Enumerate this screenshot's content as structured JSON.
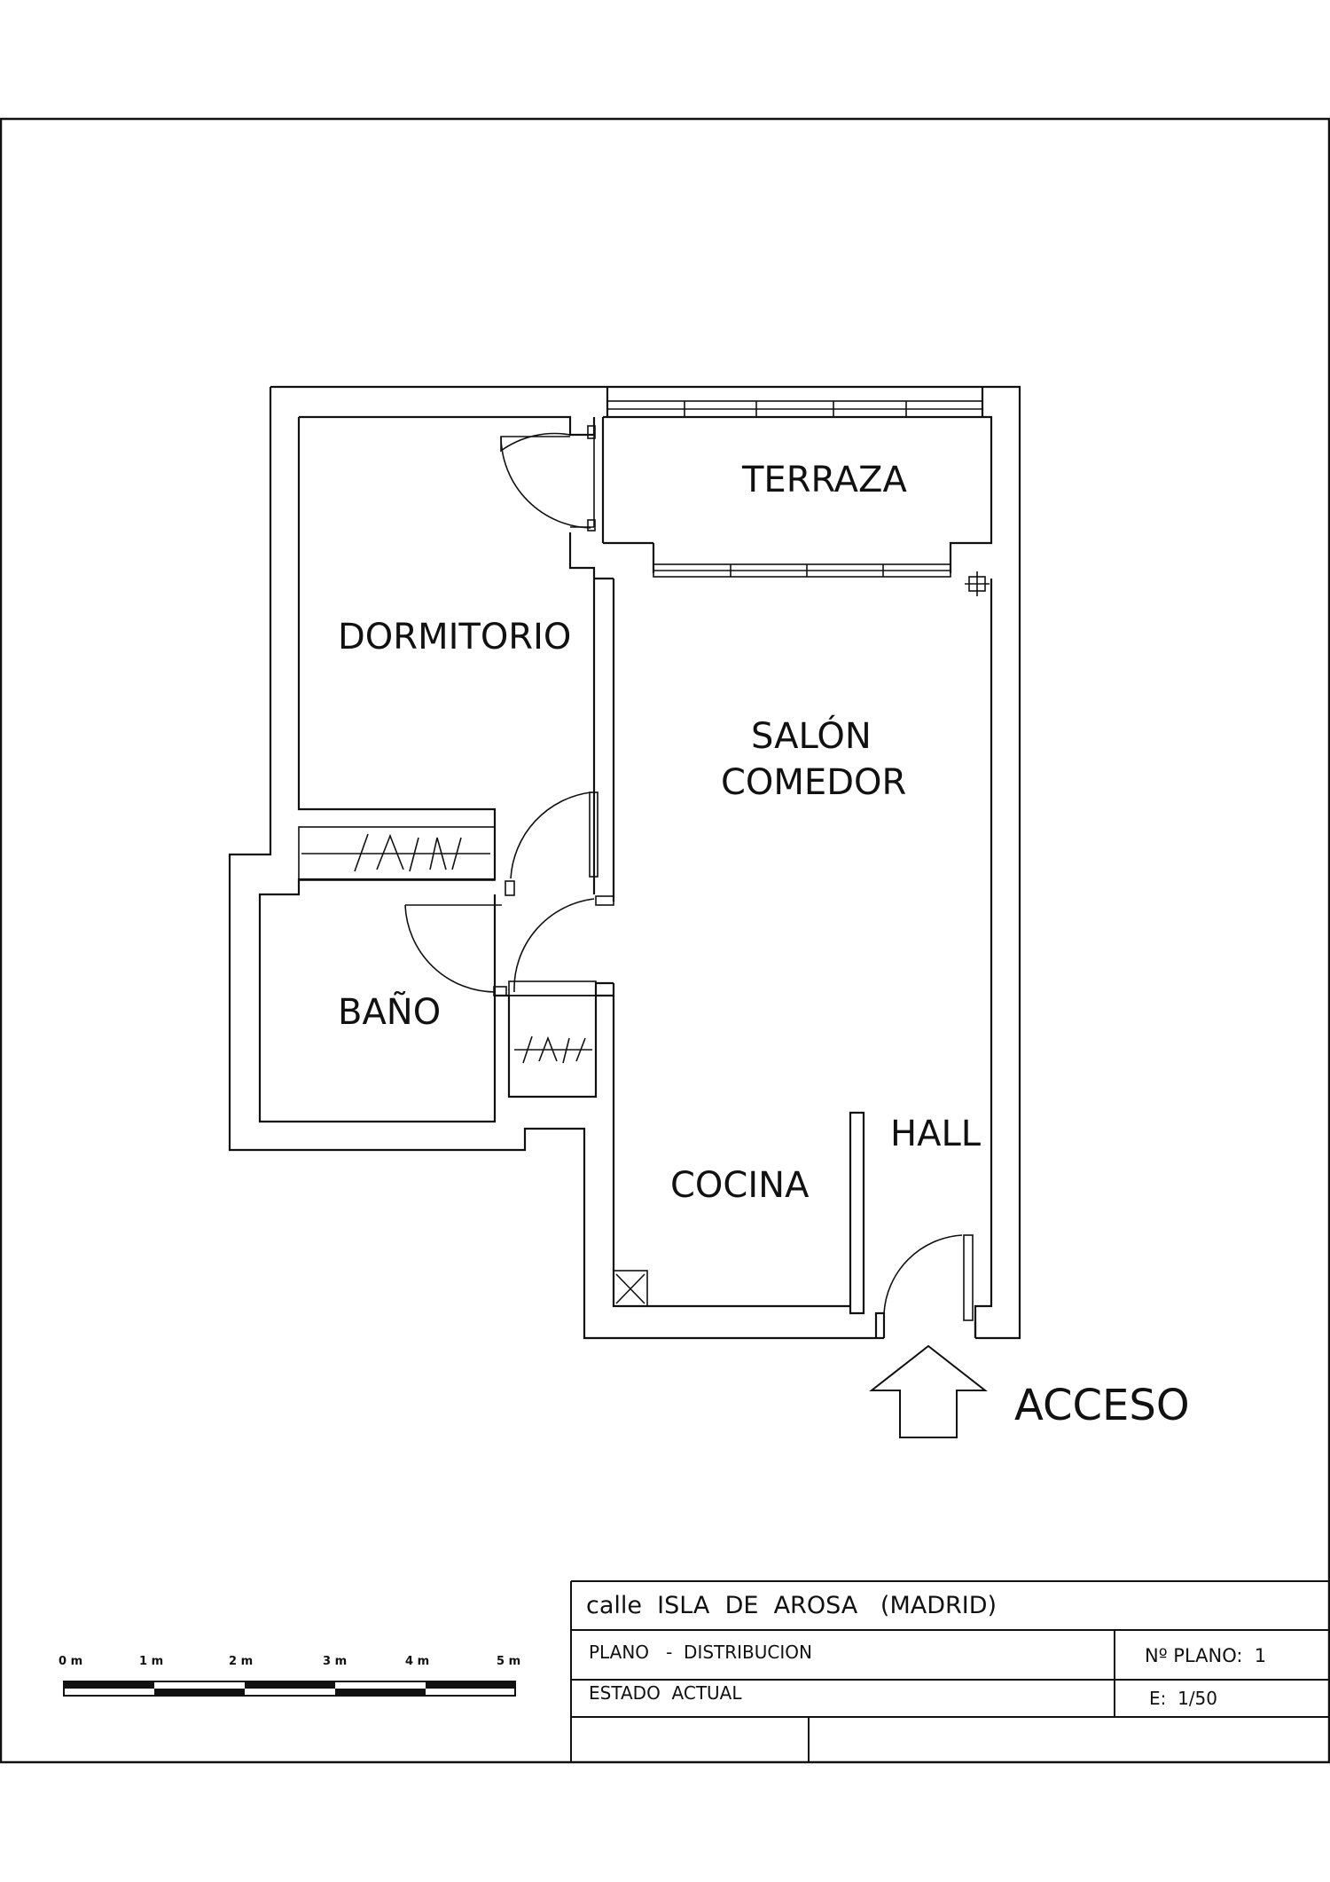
{
  "rooms": {
    "terraza": "TERRAZA",
    "dormitorio": "DORMITORIO",
    "salon_line1": "SALÓN",
    "salon_line2": "COMEDOR",
    "bano": "BAÑO",
    "hall": "HALL",
    "cocina": "COCINA"
  },
  "access": {
    "label": "ACCESO"
  },
  "scale_bar": {
    "ticks": [
      "0 m",
      "1 m",
      "2 m",
      "3 m",
      "4 m",
      "5 m"
    ]
  },
  "title_block": {
    "address": "calle  ISLA  DE  AROSA   (MADRID)",
    "plan_type": "PLANO   -  DISTRIBUCION",
    "state": "ESTADO  ACTUAL",
    "plan_number": "Nº PLANO:  1",
    "scale": "E:  1/50"
  }
}
